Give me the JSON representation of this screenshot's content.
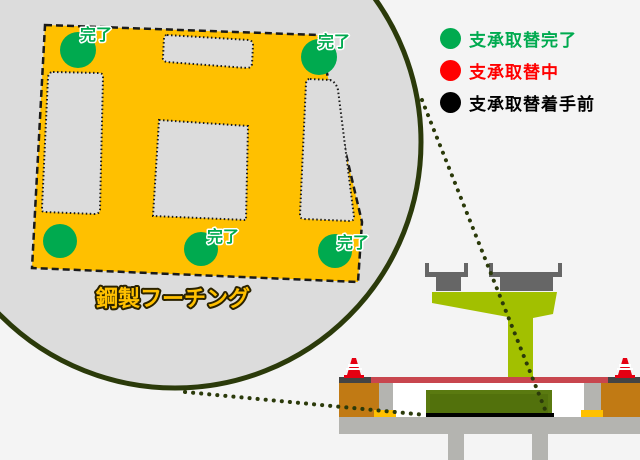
{
  "legend": {
    "items": [
      {
        "label": "支承取替完了",
        "color": "#00aa4f",
        "icon": "green-dot"
      },
      {
        "label": "支承取替中",
        "color": "#ff0000",
        "icon": "red-dot"
      },
      {
        "label": "支承取替着手前",
        "color": "#000000",
        "icon": "black-dot"
      }
    ]
  },
  "detail": {
    "title": "鋼製フーチング",
    "bearings": [
      {
        "position": "top-left",
        "status": "完了"
      },
      {
        "position": "top-right",
        "status": "完了"
      },
      {
        "position": "bottom-left",
        "status": ""
      },
      {
        "position": "bottom-center",
        "status": "完了"
      },
      {
        "position": "bottom-right",
        "status": "完了"
      }
    ]
  },
  "colors": {
    "footing": "#ffc000",
    "completed": "#00aa4f",
    "magnifier_border": "#2b3a0a",
    "pier": "#a2c000",
    "girder": "#666666",
    "ground": "#c17a14",
    "deck": "#c8464e",
    "foundation": "#5a7a10"
  }
}
